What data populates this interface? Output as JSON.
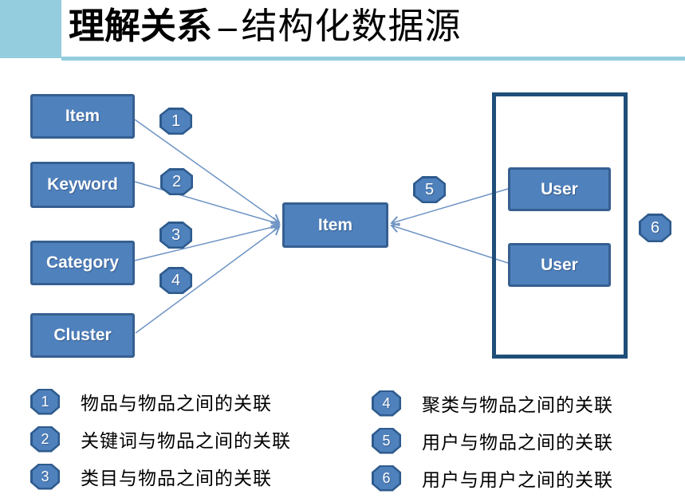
{
  "title": {
    "emphasis": "理解关系",
    "separator": "–",
    "rest": "结构化数据源"
  },
  "colors": {
    "header_accent": "#93cdde",
    "node_fill": "#4f81bd",
    "node_border": "#365f91",
    "frame_border": "#1f4e79",
    "connector": "#6f94c4",
    "badge_fill": "#4f81bd",
    "badge_border": "#2e5b8d",
    "text_on_node": "#ffffff",
    "legend_text": "#000000"
  },
  "diagram": {
    "left_nodes": [
      {
        "label": "Item"
      },
      {
        "label": "Keyword"
      },
      {
        "label": "Category"
      },
      {
        "label": "Cluster"
      }
    ],
    "center_node": {
      "label": "Item"
    },
    "right_nodes": [
      {
        "label": "User"
      },
      {
        "label": "User"
      }
    ],
    "badges": [
      {
        "num": "1"
      },
      {
        "num": "2"
      },
      {
        "num": "3"
      },
      {
        "num": "4"
      },
      {
        "num": "5"
      },
      {
        "num": "6"
      }
    ]
  },
  "legend": {
    "items": [
      {
        "num": "1",
        "text": "物品与物品之间的关联"
      },
      {
        "num": "2",
        "text": "关键词与物品之间的关联"
      },
      {
        "num": "3",
        "text": "类目与物品之间的关联"
      },
      {
        "num": "4",
        "text": "聚类与物品之间的关联"
      },
      {
        "num": "5",
        "text": "用户与物品之间的关联"
      },
      {
        "num": "6",
        "text": "用户与用户之间的关联"
      }
    ]
  }
}
